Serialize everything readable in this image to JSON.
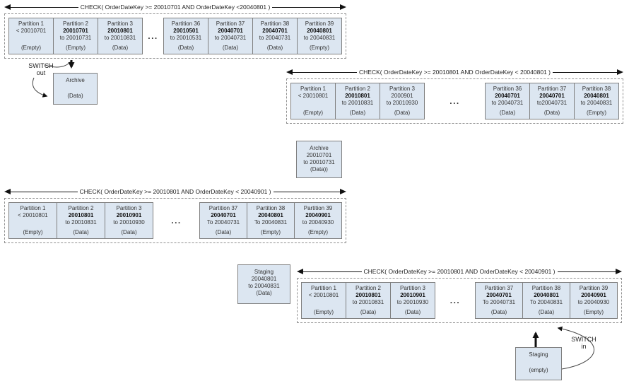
{
  "colors": {
    "box_fill": "#dce6f1",
    "box_border": "#7f7f7f",
    "dashed_border": "#8f8f8f",
    "line": "#111111"
  },
  "groups": [
    {
      "check_label": "CHECK( OrderDateKey >= 20010701 AND OrderDateKey <20040801 )",
      "ellipsis": "...",
      "left": [
        {
          "title": "Partition 1",
          "start": "< 20010701",
          "end": "",
          "status": "(Empty)",
          "bold": false
        },
        {
          "title": "Partition 2",
          "start": "20010701",
          "end": "to 20010731",
          "status": "(Empty)",
          "bold": true
        },
        {
          "title": "Partition 3",
          "start": "20010801",
          "end": "to 20010831",
          "status": "(Data)",
          "bold": true
        }
      ],
      "right": [
        {
          "title": "Partition 36",
          "start": "20010501",
          "end": "to 20010531",
          "status": "(Data)",
          "bold": true
        },
        {
          "title": "Partition 37",
          "start": "20040701",
          "end": "to 20040731",
          "status": "(Data)",
          "bold": true
        },
        {
          "title": "Partition 38",
          "start": "20040701",
          "end": "to 20040731",
          "status": "(Data)",
          "bold": true
        },
        {
          "title": "Partition 39",
          "start": "20040801",
          "end": "to 20040831",
          "status": "(Empty)",
          "bold": true
        }
      ]
    },
    {
      "check_label": "CHECK( OrderDateKey >= 20010801 AND OrderDateKey < 20040801 )",
      "ellipsis": "...",
      "left": [
        {
          "title": "Partition 1",
          "start": "< 20010801",
          "end": "",
          "status": "(Empty)",
          "bold": false
        },
        {
          "title": "Partition 2",
          "start": "20010801",
          "end": "to 20010831",
          "status": "(Data)",
          "bold": true
        },
        {
          "title": "Partition 3",
          "start": "2000901",
          "end": "to 20010930",
          "status": "(Data)",
          "bold": false
        }
      ],
      "right": [
        {
          "title": "Partition 36",
          "start": "20040701",
          "end": "to 20040731",
          "status": "(Data)",
          "bold": true
        },
        {
          "title": "Partition 37",
          "start": "20040701",
          "end": "to20040731",
          "status": "(Data)",
          "bold": true
        },
        {
          "title": "Partition 38",
          "start": "20040801",
          "end": "to 20040831",
          "status": "(Empty)",
          "bold": true
        }
      ]
    },
    {
      "check_label": "CHECK( OrderDateKey >= 20010801 AND OrderDateKey < 20040901 )",
      "ellipsis": "...",
      "left": [
        {
          "title": "Partition 1",
          "start": "< 20010801",
          "end": "",
          "status": "(Empty)",
          "bold": false
        },
        {
          "title": "Partition 2",
          "start": "20010801",
          "end": "to 20010831",
          "status": "(Data)",
          "bold": true
        },
        {
          "title": "Partition 3",
          "start": "20010901",
          "end": "to 20010930",
          "status": "(Data)",
          "bold": true
        }
      ],
      "right": [
        {
          "title": "Partition 37",
          "start": "20040701",
          "end": "To 20040731",
          "status": "(Data)",
          "bold": true
        },
        {
          "title": "Partition 38",
          "start": "20040801",
          "end": "To 20040831",
          "status": "(Empty)",
          "bold": true
        },
        {
          "title": "Partition 39",
          "start": "20040901",
          "end": "to 20040930",
          "status": "(Empty)",
          "bold": true
        }
      ]
    },
    {
      "check_label": "CHECK( OrderDateKey >= 20010801 AND OrderDateKey < 20040901 )",
      "ellipsis": "...",
      "left": [
        {
          "title": "Partition 1",
          "start": "< 20010801",
          "end": "",
          "status": "(Empty)",
          "bold": false
        },
        {
          "title": "Partition 2",
          "start": "20010801",
          "end": "to 20010831",
          "status": "(Data)",
          "bold": true
        },
        {
          "title": "Partition 3",
          "start": "20010901",
          "end": "to 20010930",
          "status": "(Data)",
          "bold": true
        }
      ],
      "right": [
        {
          "title": "Partition 37",
          "start": "20040701",
          "end": "To 20040731",
          "status": "(Data)",
          "bold": true
        },
        {
          "title": "Partition 38",
          "start": "20040801",
          "end": "To 20040831",
          "status": "(Data)",
          "bold": true
        },
        {
          "title": "Partition 39",
          "start": "20040901",
          "end": "to 20040930",
          "status": "(Empty)",
          "bold": true
        }
      ]
    }
  ],
  "boxes": {
    "archive_out": {
      "title": "Archive",
      "status": "(Data)"
    },
    "archive_full": {
      "title": "Archive",
      "start": "20010701",
      "end": "to 20010731",
      "status": "(Data))"
    },
    "staging_full": {
      "title": "Staging",
      "start": "20040801",
      "end": "to 20040831",
      "status": "(Data)"
    },
    "staging_empty": {
      "title": "Staging",
      "status": "(empty)"
    }
  },
  "labels": {
    "switch_out_line1": "SWITCH",
    "switch_out_line2": "out",
    "switch_in_line1": "SWITCH",
    "switch_in_line2": "in"
  }
}
